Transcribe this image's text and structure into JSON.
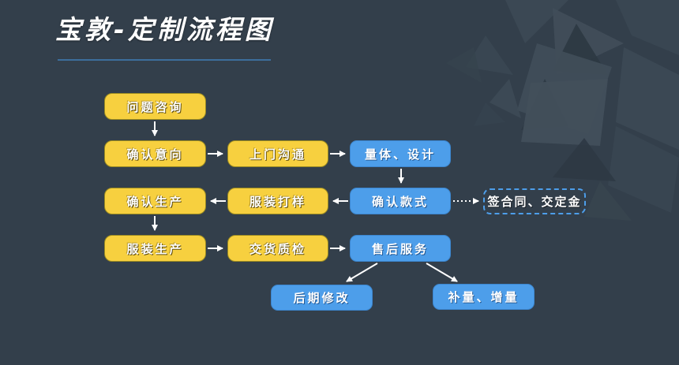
{
  "title": "宝敦-定制流程图",
  "colors": {
    "background": "#333f4b",
    "yellow_node": "#f7d03f",
    "blue_node": "#4d9eea",
    "dashed_border": "#4d9eea",
    "title_underline": "#3c6e9d",
    "arrow": "#ffffff",
    "text": "#ffffff"
  },
  "flowchart": {
    "nodes": {
      "consult": {
        "label": "问题咨询",
        "style": "yellow"
      },
      "intent": {
        "label": "确认意向",
        "style": "yellow"
      },
      "visit": {
        "label": "上门沟通",
        "style": "yellow"
      },
      "measure": {
        "label": "量体、设计",
        "style": "blue"
      },
      "confirmpr": {
        "label": "确认生产",
        "style": "yellow"
      },
      "sample": {
        "label": "服装打样",
        "style": "yellow"
      },
      "style": {
        "label": "确认款式",
        "style": "blue"
      },
      "contract": {
        "label": "签合同、交定金",
        "style": "dashed"
      },
      "produce": {
        "label": "服装生产",
        "style": "yellow"
      },
      "inspect": {
        "label": "交货质检",
        "style": "yellow"
      },
      "aftersale": {
        "label": "售后服务",
        "style": "blue"
      },
      "modify": {
        "label": "后期修改",
        "style": "blue"
      },
      "addqty": {
        "label": "补量、增量",
        "style": "blue"
      }
    },
    "edges": [
      {
        "from": "consult",
        "to": "intent",
        "style": "solid"
      },
      {
        "from": "intent",
        "to": "visit",
        "style": "solid"
      },
      {
        "from": "visit",
        "to": "measure",
        "style": "solid"
      },
      {
        "from": "measure",
        "to": "style",
        "style": "solid"
      },
      {
        "from": "style",
        "to": "sample",
        "style": "solid"
      },
      {
        "from": "sample",
        "to": "confirmpr",
        "style": "solid"
      },
      {
        "from": "style",
        "to": "contract",
        "style": "dotted"
      },
      {
        "from": "confirmpr",
        "to": "produce",
        "style": "solid"
      },
      {
        "from": "produce",
        "to": "inspect",
        "style": "solid"
      },
      {
        "from": "inspect",
        "to": "aftersale",
        "style": "solid"
      },
      {
        "from": "aftersale",
        "to": "modify",
        "style": "solid"
      },
      {
        "from": "aftersale",
        "to": "addqty",
        "style": "solid"
      }
    ]
  }
}
